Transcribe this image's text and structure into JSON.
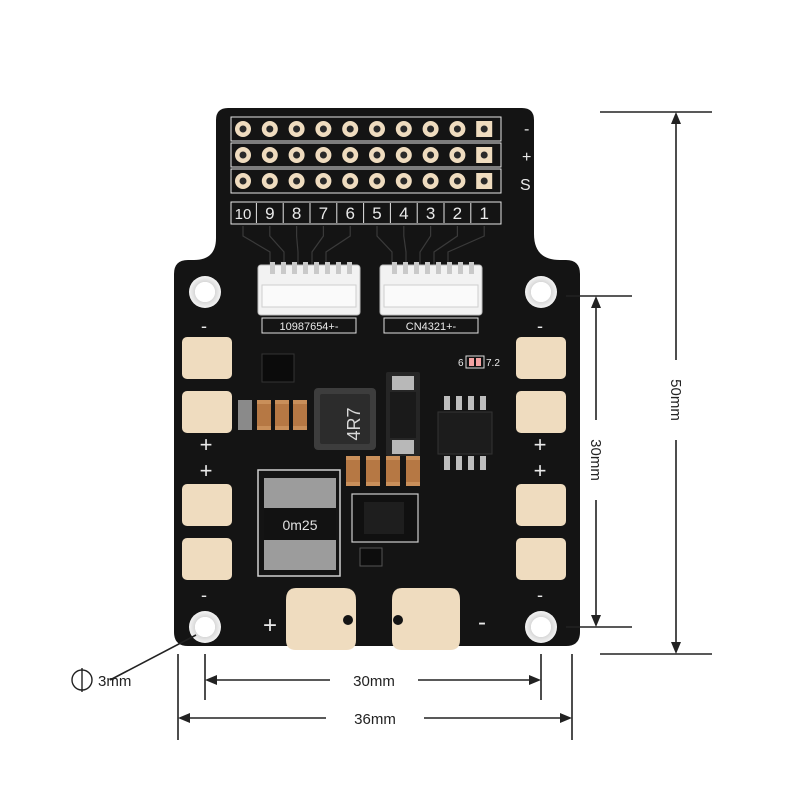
{
  "board": {
    "header_columns": [
      "10",
      "9",
      "8",
      "7",
      "6",
      "5",
      "4",
      "3",
      "2",
      "1"
    ],
    "row_signs": [
      "-",
      "+",
      "S"
    ],
    "connector_left": "10987654+-",
    "connector_right": "CN4321+-",
    "inductor_mark": "4R7",
    "shunt_mark": "0m25",
    "small_mark_left": "6",
    "small_mark_right": "7.2",
    "pad_signs": {
      "left_top": "-",
      "left_mid_a": "+",
      "left_mid_b": "+",
      "left_bottom": "-",
      "right_top": "-",
      "right_mid_a": "+",
      "right_mid_b": "+",
      "right_bottom": "-",
      "main_plus": "+",
      "main_minus": "-"
    }
  },
  "dimensions": {
    "hole_diameter": "3mm",
    "mount_spacing_w": "30mm",
    "board_width": "36mm",
    "board_height": "50mm",
    "mount_spacing_h": "30mm"
  },
  "colors": {
    "pcb": "#141414",
    "pad": "#efdcbf",
    "silk": "#e9e9e9",
    "dim_line": "#222222"
  }
}
